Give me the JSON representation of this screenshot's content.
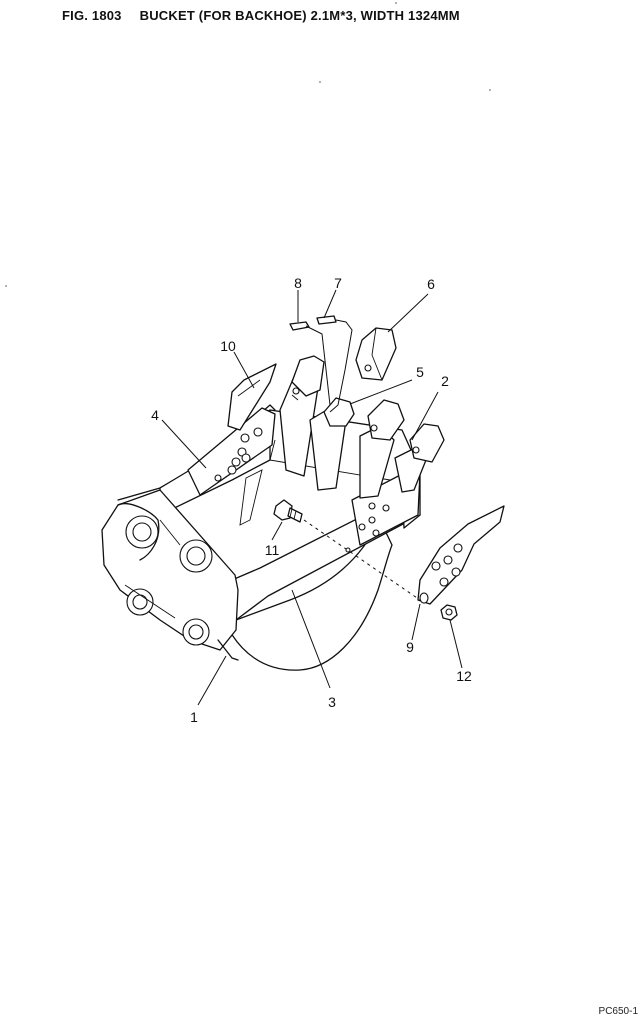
{
  "header": {
    "fig_label": "FIG. 1803",
    "description": "BUCKET (FOR BACKHOE) 2.1M*3, WIDTH 1324MM"
  },
  "callouts": [
    "1",
    "2",
    "3",
    "4",
    "5",
    "6",
    "7",
    "8",
    "9",
    "10",
    "11",
    "12"
  ],
  "footer": {
    "code": "PC650-1"
  }
}
